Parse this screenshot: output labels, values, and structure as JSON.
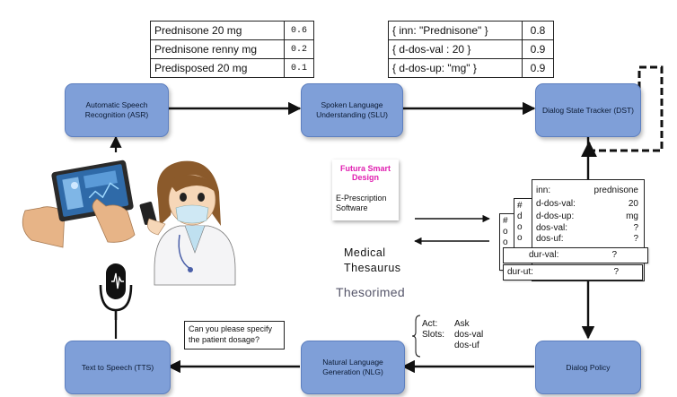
{
  "modules": {
    "asr": "Automatic Speech Recognition (ASR)",
    "slu": "Spoken Language Understanding (SLU)",
    "dst": "Dialog State Tracker (DST)",
    "tts": "Text to Speech (TTS)",
    "nlg": "Natural Language Generation (NLG)",
    "policy": "Dialog Policy"
  },
  "asr_hypotheses": [
    {
      "text": "Prednisone 20 mg",
      "score": "0.6"
    },
    {
      "text": "Prednisone renny mg",
      "score": "0.2"
    },
    {
      "text": "Predisposed 20 mg",
      "score": "0.1"
    }
  ],
  "slu_hypotheses": [
    {
      "text": "{ inn: \"Prednisone\" }",
      "score": "0.8"
    },
    {
      "text": "{ d-dos-val : 20 }",
      "score": "0.9"
    },
    {
      "text": "{ d-dos-up: \"mg\" }",
      "score": "0.9"
    }
  ],
  "dialog_state": [
    {
      "slot": "inn:",
      "value": "prednisone"
    },
    {
      "slot": "d-dos-val:",
      "value": "20"
    },
    {
      "slot": "d-dos-up:",
      "value": "mg"
    },
    {
      "slot": "dos-val:",
      "value": "?"
    },
    {
      "slot": "dos-uf:",
      "value": "?"
    },
    {
      "slot": "dur-val:",
      "value": "?"
    },
    {
      "slot": "dur-ut:",
      "value": "?"
    }
  ],
  "back_cards": {
    "card2_fragments": [
      "#",
      "o",
      "o",
      "c"
    ],
    "card1_fragments": [
      "#",
      "d",
      "o",
      "o"
    ]
  },
  "system_prompt": "Can you please specify the patient dosage?",
  "policy_action": {
    "act_label": "Act:",
    "act_value": "Ask",
    "slots_label": "Slots:",
    "slots_values": [
      "dos-val",
      "dos-uf"
    ]
  },
  "eprescription": {
    "brand": "Futura Smart Design",
    "software": "E-Prescription Software"
  },
  "thesaurus_label": "Medical Thesaurus",
  "thesorimed_logo": "Thesorimed",
  "colors": {
    "module_fill": "#7f9fd8",
    "module_border": "#5d7fbf",
    "brand_magenta": "#e01fb0"
  },
  "icons": [
    "tablet-hand-illustration",
    "doctor-illustration",
    "microphone-icon"
  ]
}
